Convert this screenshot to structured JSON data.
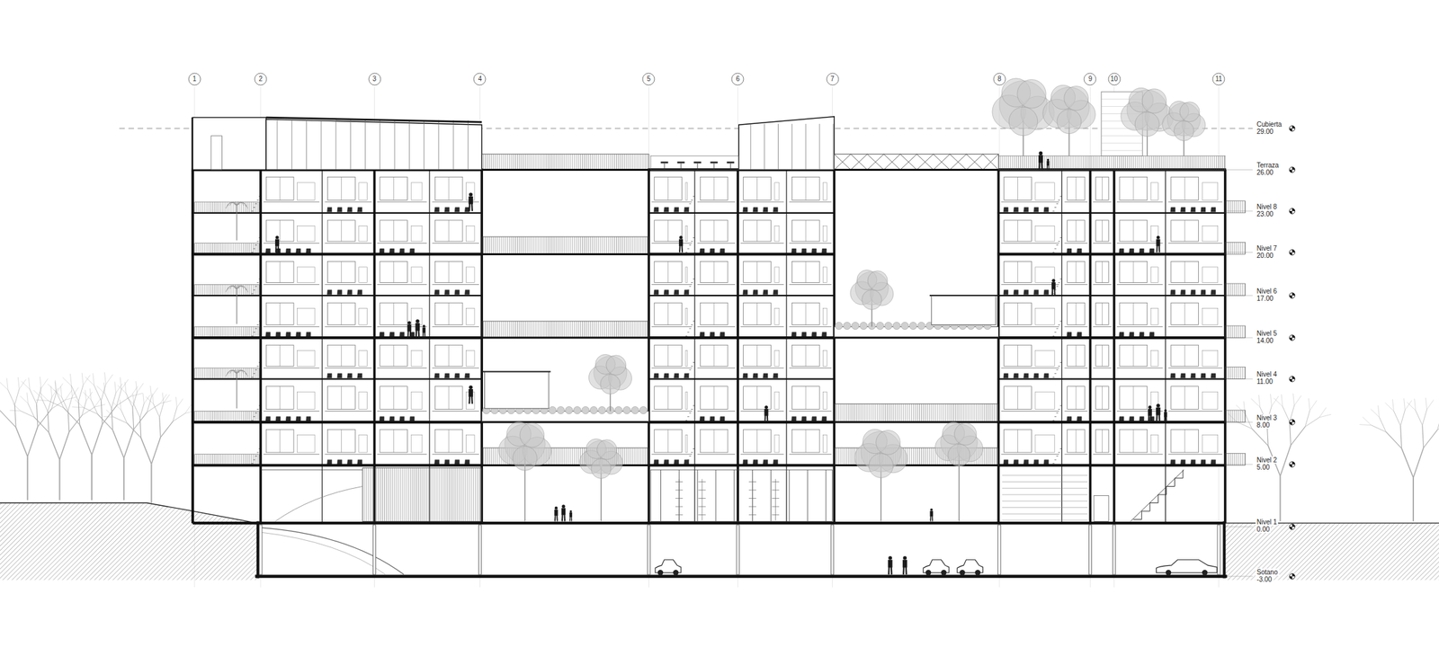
{
  "diagram": {
    "nodes": [
      {
        "text": [
          "1"
        ]
      },
      {
        "text": [
          "2"
        ]
      },
      {
        "text": [
          "3"
        ]
      },
      {
        "text": [
          "4"
        ]
      },
      {
        "text": [
          "5"
        ]
      },
      {
        "text": [
          "6"
        ]
      },
      {
        "text": [
          "7"
        ]
      },
      {
        "text": [
          "8"
        ]
      },
      {
        "text": [
          "9"
        ]
      },
      {
        "text": [
          "10"
        ]
      },
      {
        "text": [
          "11"
        ]
      }
    ],
    "labels": [
      "Cubierta",
      "29.00",
      "Terraza",
      "26.00",
      "Nivel 8",
      "23.00",
      "Nivel 7",
      "20.00",
      "Nivel 6",
      "17.00",
      "Nivel 5",
      "14.00",
      "Nivel 4",
      "11.00",
      "Nivel 3",
      "8.00",
      "Nivel 2",
      "5.00",
      "Nivel 1",
      "0.00",
      "Sotano",
      "-3.00"
    ]
  }
}
